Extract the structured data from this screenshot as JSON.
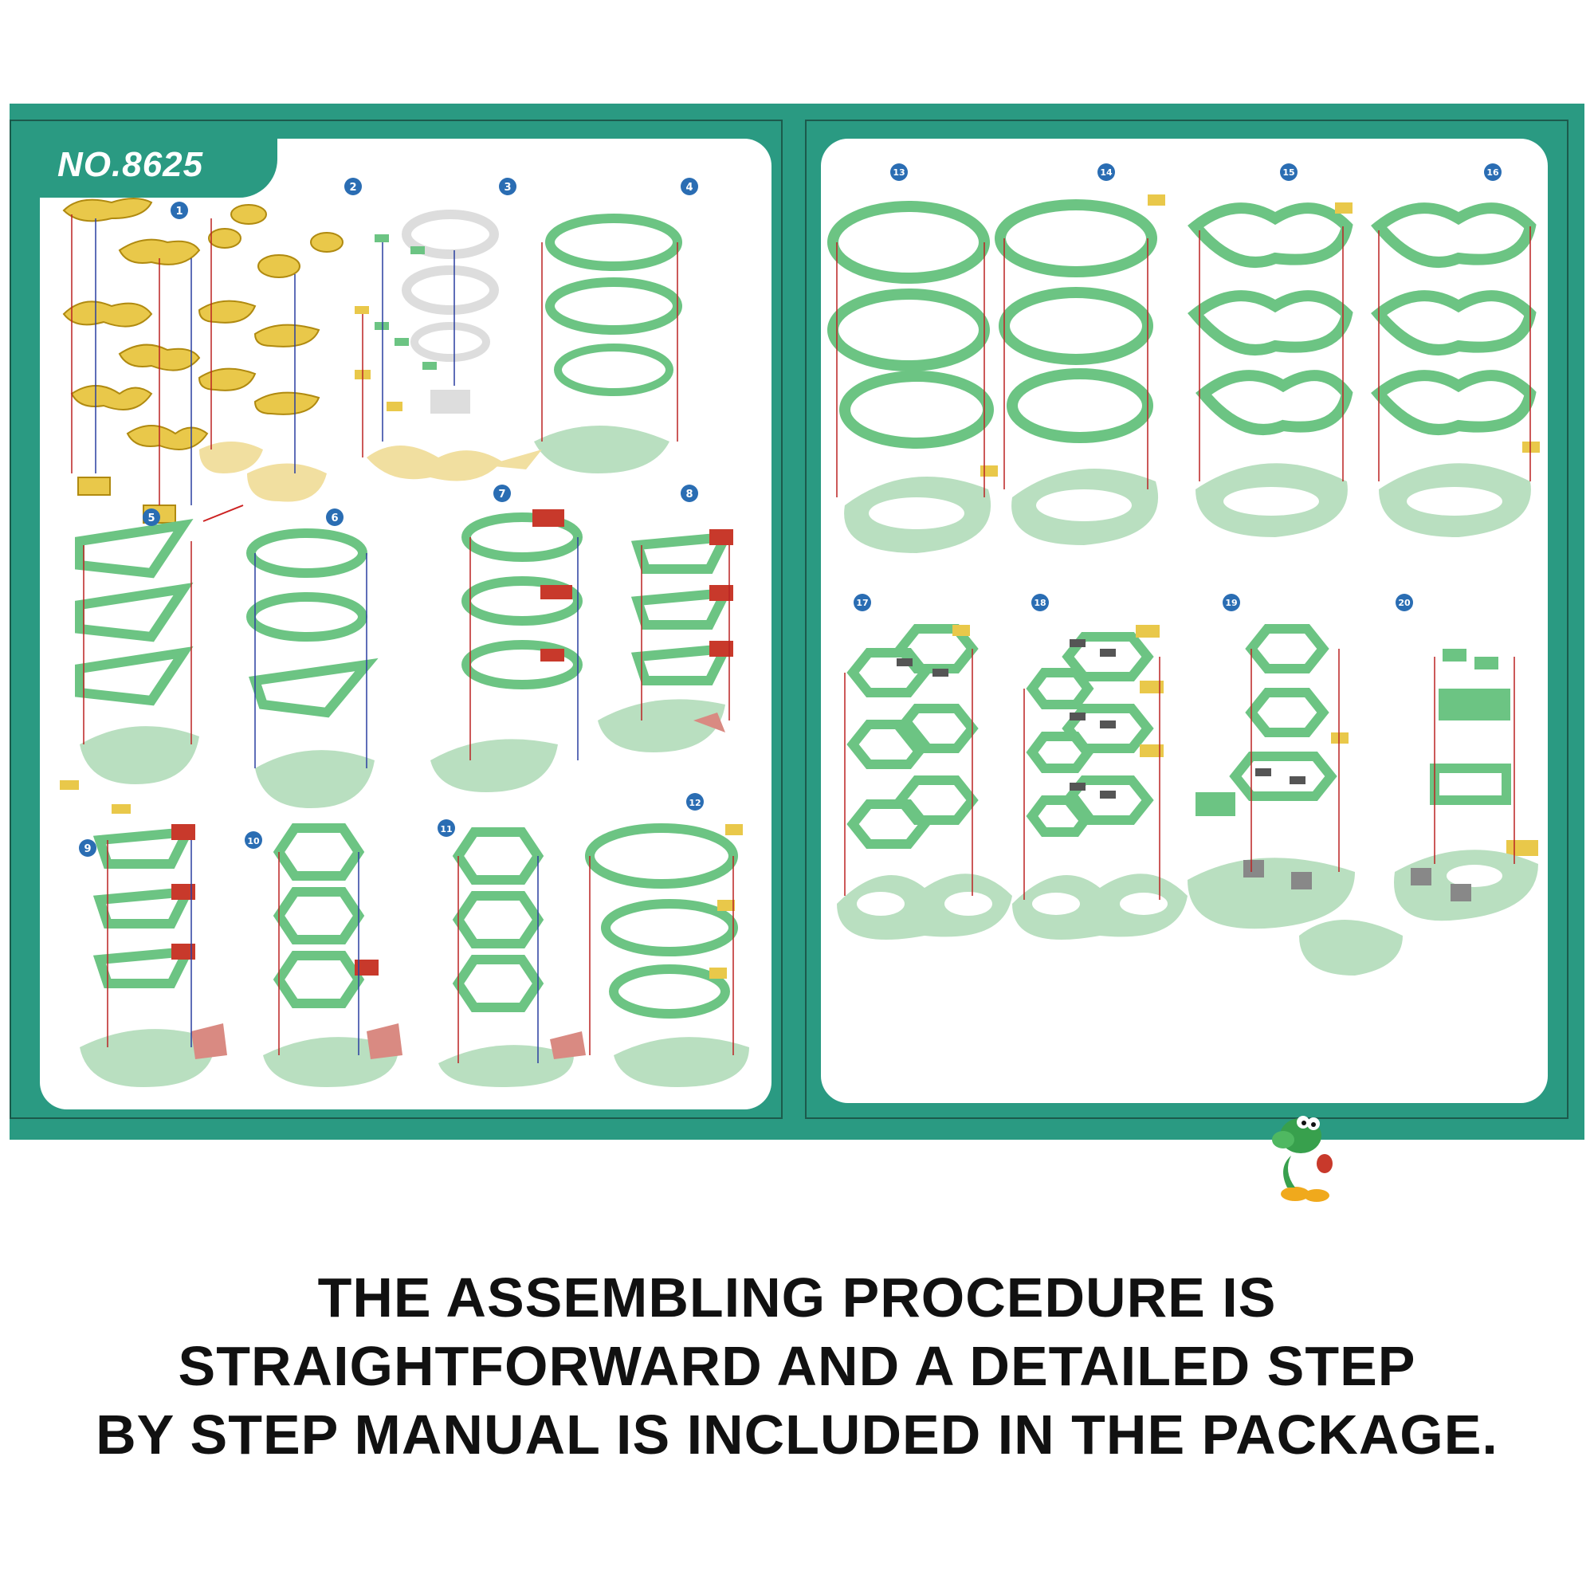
{
  "manual": {
    "model_number": "NO.8625",
    "steps": [
      {
        "n": "1"
      },
      {
        "n": "2"
      },
      {
        "n": "3"
      },
      {
        "n": "4"
      },
      {
        "n": "5"
      },
      {
        "n": "6"
      },
      {
        "n": "7"
      },
      {
        "n": "8"
      },
      {
        "n": "9"
      },
      {
        "n": "10"
      },
      {
        "n": "11"
      },
      {
        "n": "12"
      },
      {
        "n": "13"
      },
      {
        "n": "14"
      },
      {
        "n": "15"
      },
      {
        "n": "16"
      },
      {
        "n": "17"
      },
      {
        "n": "18"
      },
      {
        "n": "19"
      },
      {
        "n": "20"
      }
    ]
  },
  "colors": {
    "frame": "#2a9a82",
    "brick_green": "#6cc483",
    "brick_pale_green": "#b9dfc0",
    "brick_yellow": "#e9c84a",
    "brick_red": "#c8392b",
    "step_badge": "#2a6db3"
  },
  "caption": {
    "line1": "THE ASSEMBLING PROCEDURE IS",
    "line2": "STRAIGHTFORWARD AND A DETAILED STEP",
    "line3": "BY STEP MANUAL IS INCLUDED IN THE PACKAGE."
  }
}
